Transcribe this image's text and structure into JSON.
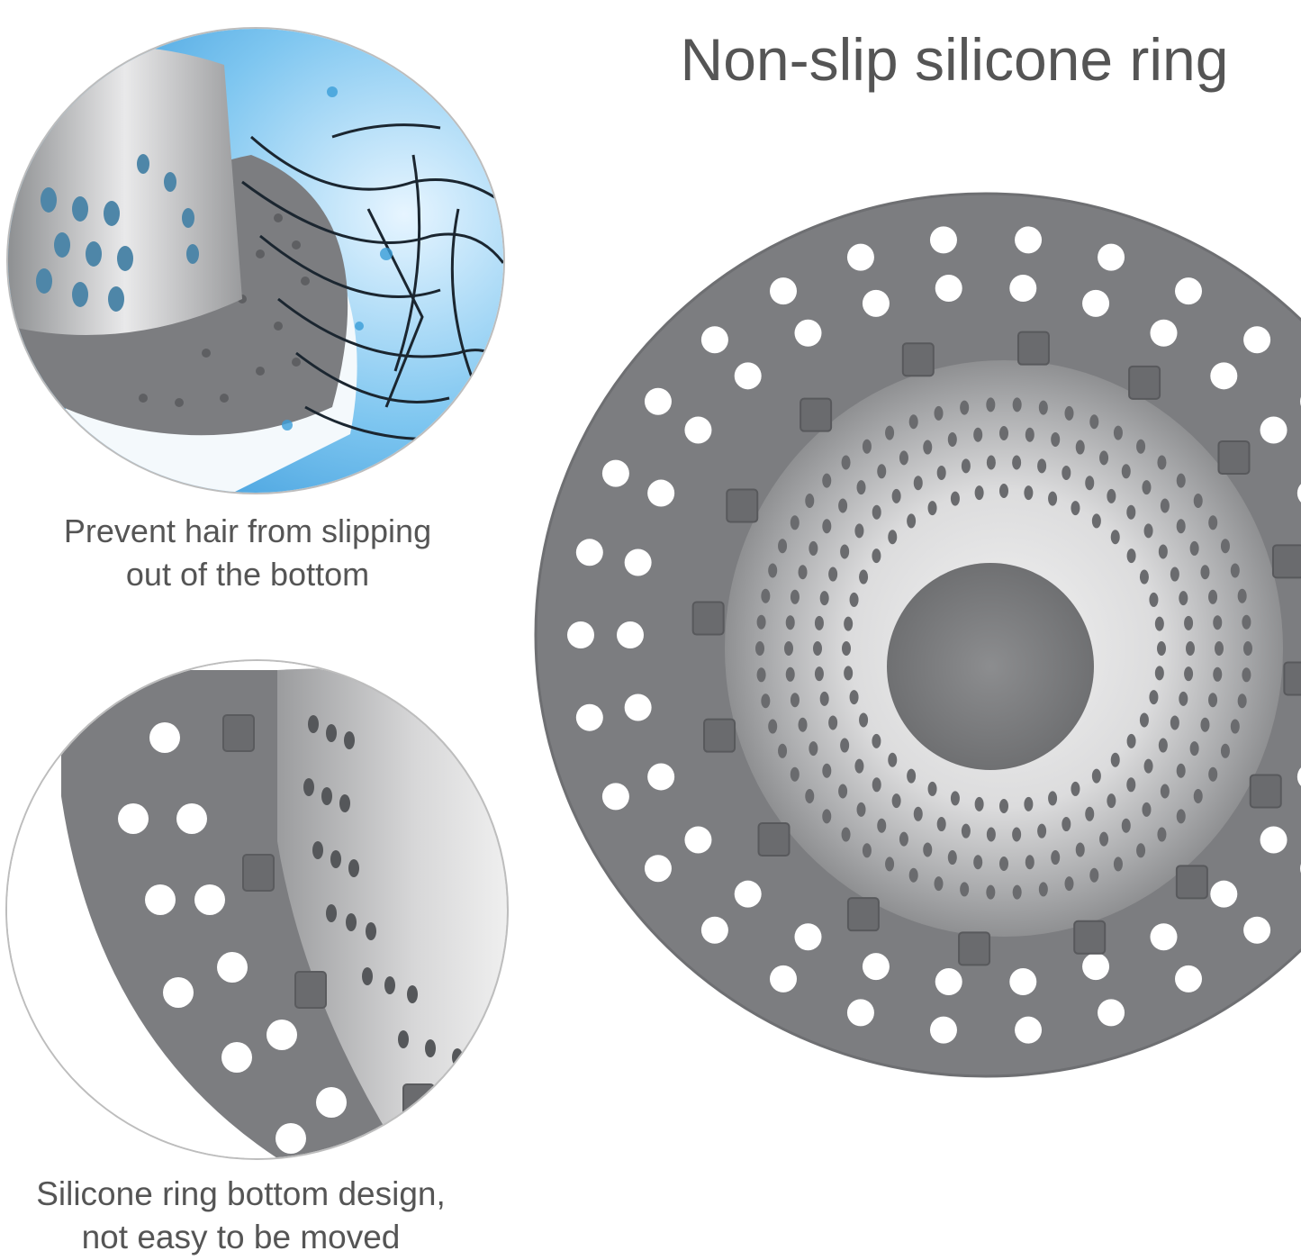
{
  "heading": "Non-slip silicone ring",
  "captions": {
    "top": [
      "Prevent hair from slipping",
      "out of the bottom"
    ],
    "bottom": [
      "Silicone ring bottom design,",
      "not easy to be moved"
    ]
  },
  "colors": {
    "silicone_gray": "#7c7d80",
    "steel": "#c9c9cb",
    "water_blue": "#5fb3e8",
    "text": "#555555"
  }
}
